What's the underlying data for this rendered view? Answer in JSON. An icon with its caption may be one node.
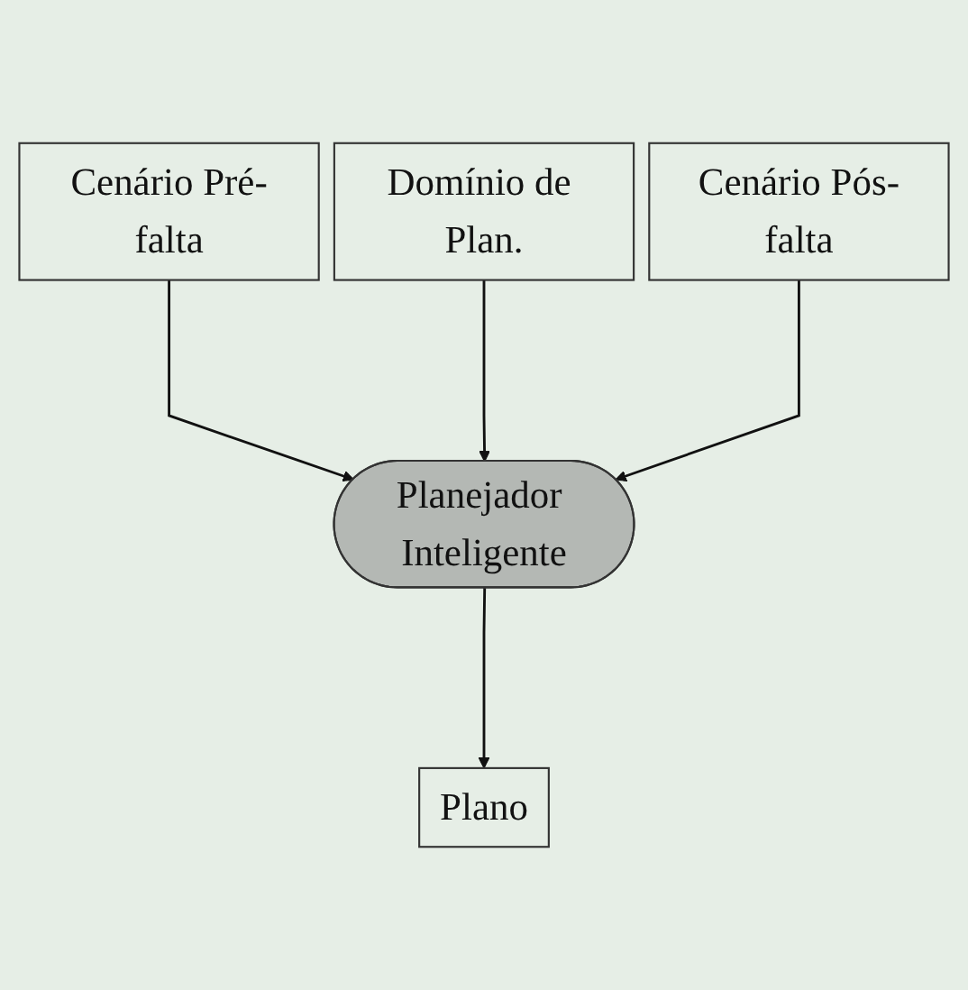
{
  "diagram": {
    "nodes": [
      {
        "text": [
          "Cenário Pré-falta"
        ]
      },
      {
        "text": [
          "Domínio de Plan."
        ]
      },
      {
        "text": [
          "Cenário Pós-falta"
        ]
      },
      {
        "text": [
          "Planejador Inteligente"
        ]
      },
      {
        "text": [
          "Plano"
        ]
      }
    ],
    "edges": [
      {
        "from": 0,
        "to": 3,
        "arrow": "to"
      },
      {
        "from": 1,
        "to": 3,
        "arrow": "to"
      },
      {
        "from": 2,
        "to": 3,
        "arrow": "to"
      },
      {
        "from": 3,
        "to": 4,
        "arrow": "to"
      }
    ]
  }
}
